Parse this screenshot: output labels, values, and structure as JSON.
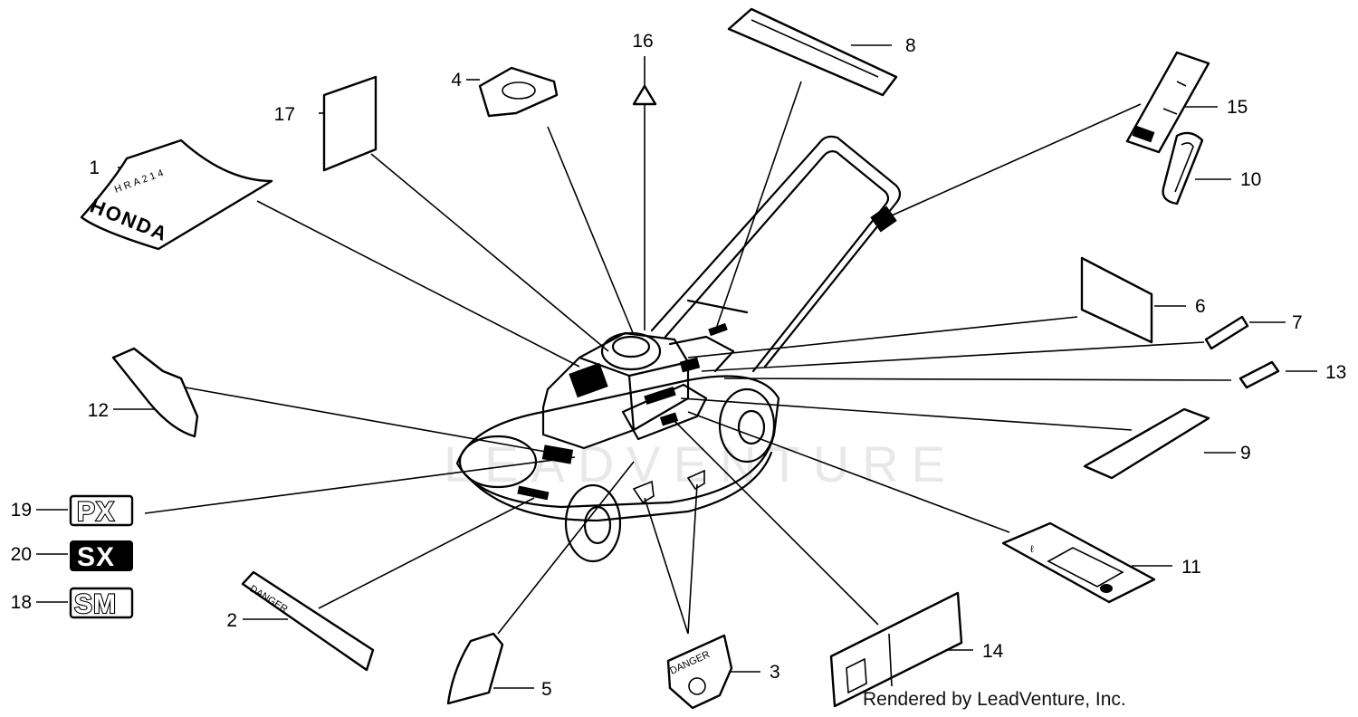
{
  "watermark": "LEADVENTURE",
  "footer": "Rendered by LeadVenture, Inc.",
  "callouts": {
    "c1": "1",
    "c2": "2",
    "c3": "3",
    "c4": "4",
    "c5": "5",
    "c6": "6",
    "c7": "7",
    "c8": "8",
    "c9": "9",
    "c10": "10",
    "c11": "11",
    "c12": "12",
    "c13": "13",
    "c14": "14",
    "c15": "15",
    "c16": "16",
    "c17": "17",
    "c18": "18",
    "c19": "19",
    "c20": "20"
  },
  "decal_text": {
    "brand": "HONDA",
    "model": "HRA214",
    "danger_2": "DANGER",
    "danger_3": "DANGER"
  },
  "emblems": {
    "px": "PX",
    "sx": "SX",
    "sm": "SM"
  }
}
